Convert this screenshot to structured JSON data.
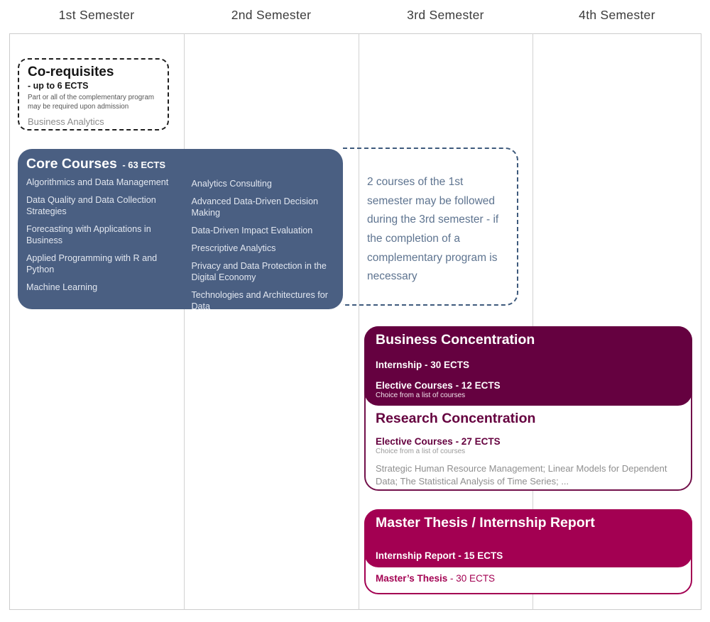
{
  "headers": [
    "1st Semester",
    "2nd Semester",
    "3rd Semester",
    "4th Semester"
  ],
  "co_requisites": {
    "title": "Co-requisites",
    "ects": "- up to 6 ECTS",
    "note": "Part or all of the complementary program may be required upon admission",
    "course": "Business Analytics"
  },
  "core_courses": {
    "title": "Core Courses",
    "ects": "- 63 ECTS",
    "column1": [
      "Algorithmics and Data Management",
      "Data Quality and Data Collection Strategies",
      "Forecasting with Applications in Business",
      "Applied Programming with R and Python",
      "Machine Learning"
    ],
    "column2": [
      "Analytics Consulting",
      "Advanced Data-Driven Decision Making",
      "Data-Driven Impact Evaluation",
      "Prescriptive Analytics",
      "Privacy and Data Protection in the Digital Economy",
      "Technologies and Architectures for Data"
    ]
  },
  "third_semester_note": {
    "text": "2 courses of the 1st semester may be followed during the 3rd semester - if the completion of a complementary program is necessary"
  },
  "business_concentration": {
    "title": "Business Concentration",
    "internship": "Internship - 30 ECTS",
    "electives_title": "Elective Courses",
    "electives_ects": " - 12 ECTS",
    "electives_note": "Choice from a list of courses"
  },
  "research_concentration": {
    "title": "Research Concentration",
    "electives_title": "Elective Courses",
    "electives_ects": " - 27 ECTS",
    "electives_note": "Choice from a list of courses",
    "examples": "Strategic Human Resource Management; Linear Models for Dependent Data; The Statistical Analysis of Time Series; ..."
  },
  "thesis": {
    "title": "Master Thesis / Internship Report",
    "internship_report": "Internship Report - 15 ECTS",
    "masters_thesis_title": "Master’s Thesis",
    "masters_thesis_ects": " - 30 ECTS"
  },
  "colors": {
    "core_blue": "#4a5f82",
    "dark_plum": "#650140",
    "magenta": "#a30052",
    "note_blue": "#5e7490",
    "grid_gray": "#cccccc"
  }
}
